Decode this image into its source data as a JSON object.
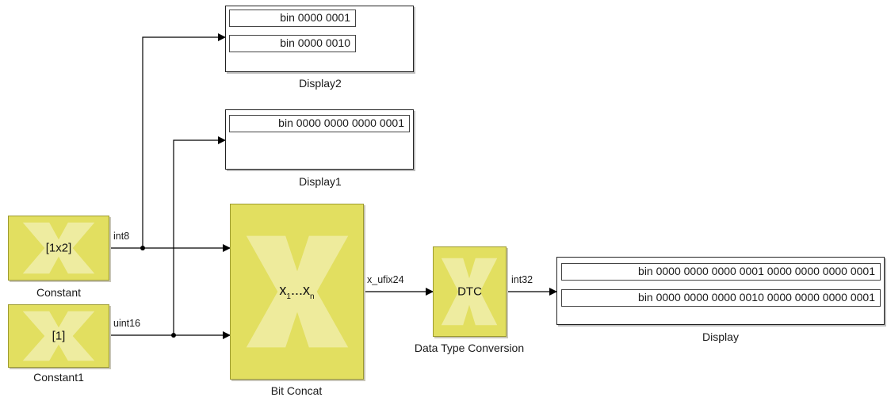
{
  "blocks": {
    "constant": {
      "name": "Constant",
      "value": "[1x2]",
      "output_type": "int8"
    },
    "constant1": {
      "name": "Constant1",
      "value": "[1]",
      "output_type": "uint16"
    },
    "bit_concat": {
      "name": "Bit Concat",
      "symbol_base": "x",
      "symbol_first": "1",
      "symbol_sep": "...",
      "symbol_last": "n",
      "output_type": "x_ufix24"
    },
    "dtc": {
      "name": "Data Type Conversion",
      "value": "DTC",
      "output_type": "int32"
    },
    "display": {
      "name": "Display",
      "rows": [
        "bin 0000 0000 0000 0001 0000 0000 0000 0001",
        "bin 0000 0000 0000 0010 0000 0000 0000 0001"
      ]
    },
    "display1": {
      "name": "Display1",
      "rows": [
        "bin 0000 0000 0000 0001"
      ]
    },
    "display2": {
      "name": "Display2",
      "rows": [
        "bin 0000 0001",
        "bin 0000 0010"
      ]
    }
  },
  "colors": {
    "block_fill": "#e2df60",
    "logo_light": "#f1efb0",
    "wire": "#000000"
  }
}
